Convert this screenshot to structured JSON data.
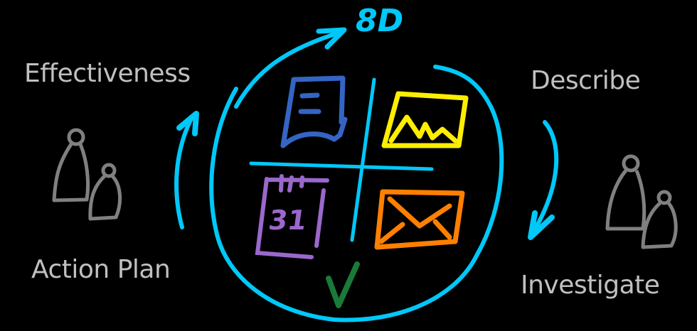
{
  "title": "8D",
  "steps": {
    "top_left": "Effectiveness",
    "top_right": "Describe",
    "bottom_right": "Investigate",
    "bottom_left": "Action Plan"
  },
  "center_icons": [
    {
      "name": "document-icon",
      "color": "#3465c4"
    },
    {
      "name": "image-icon",
      "color": "#ffee00"
    },
    {
      "name": "calendar-icon",
      "color": "#9a68cc",
      "text": "31"
    },
    {
      "name": "envelope-icon",
      "color": "#ff8000"
    },
    {
      "name": "checkmark-icon",
      "color": "#1a7a3a"
    }
  ],
  "calendar_day": "31",
  "colors": {
    "background": "#000000",
    "label_text": "#c0c0c0",
    "cycle": "#00c8f8",
    "people": "#808080"
  }
}
